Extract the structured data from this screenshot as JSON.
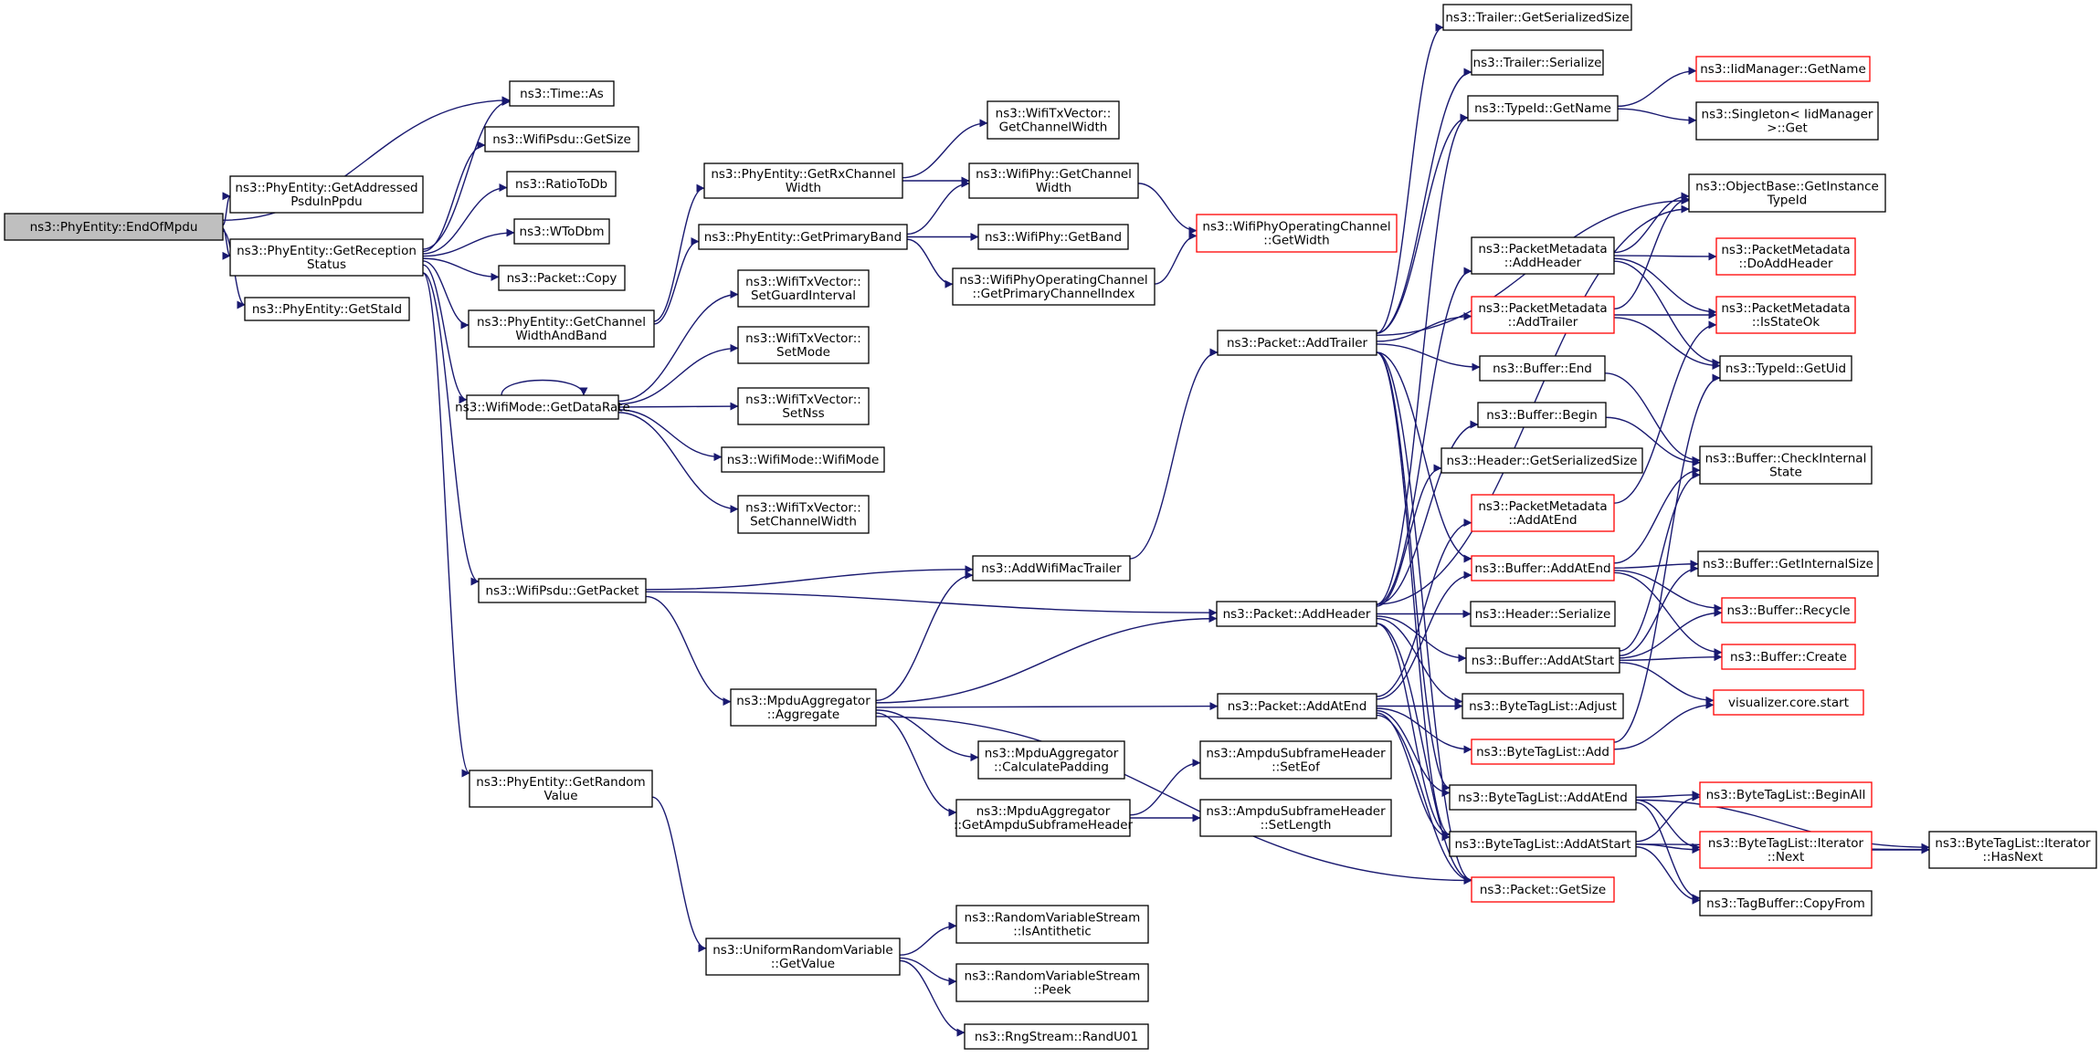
{
  "colors": {
    "edge": "#191970",
    "box_border": "#000000",
    "box_border_incomplete": "#ff0000",
    "root_fill": "#bfbfbf",
    "node_fill": "#ffffff",
    "text": "#000000",
    "background": "#ffffff"
  },
  "nodes": [
    {
      "id": "root",
      "lines": [
        "ns3::PhyEntity::EndOfMpdu"
      ],
      "root": true
    },
    {
      "id": "time_as",
      "lines": [
        "ns3::Time::As"
      ]
    },
    {
      "id": "getaddressed",
      "lines": [
        "ns3::PhyEntity::GetAddressed",
        "PsduInPpdu"
      ]
    },
    {
      "id": "getreception",
      "lines": [
        "ns3::PhyEntity::GetReception",
        "Status"
      ]
    },
    {
      "id": "getstaid",
      "lines": [
        "ns3::PhyEntity::GetStaId"
      ]
    },
    {
      "id": "psdu_getsize",
      "lines": [
        "ns3::WifiPsdu::GetSize"
      ]
    },
    {
      "id": "ratiotodb",
      "lines": [
        "ns3::RatioToDb"
      ]
    },
    {
      "id": "wtodbm",
      "lines": [
        "ns3::WToDbm"
      ]
    },
    {
      "id": "packet_copy",
      "lines": [
        "ns3::Packet::Copy"
      ]
    },
    {
      "id": "getchannelwidthandband",
      "lines": [
        "ns3::PhyEntity::GetChannel",
        "WidthAndBand"
      ]
    },
    {
      "id": "getdatarate",
      "lines": [
        "ns3::WifiMode::GetDataRate"
      ]
    },
    {
      "id": "psdu_getpacket",
      "lines": [
        "ns3::WifiPsdu::GetPacket"
      ]
    },
    {
      "id": "getrandomvalue",
      "lines": [
        "ns3::PhyEntity::GetRandom",
        "Value"
      ]
    },
    {
      "id": "getrxchannelwidth",
      "lines": [
        "ns3::PhyEntity::GetRxChannel",
        "Width"
      ]
    },
    {
      "id": "getprimaryband",
      "lines": [
        "ns3::PhyEntity::GetPrimaryBand"
      ]
    },
    {
      "id": "txv_getchannelwidth",
      "lines": [
        "ns3::WifiTxVector::",
        "GetChannelWidth"
      ]
    },
    {
      "id": "phy_getchannelwidth",
      "lines": [
        "ns3::WifiPhy::GetChannel",
        "Width"
      ]
    },
    {
      "id": "phy_getband",
      "lines": [
        "ns3::WifiPhy::GetBand"
      ]
    },
    {
      "id": "getprimarychannelindex",
      "lines": [
        "ns3::WifiPhyOperatingChannel",
        "::GetPrimaryChannelIndex"
      ]
    },
    {
      "id": "opchannel_getwidth",
      "lines": [
        "ns3::WifiPhyOperatingChannel",
        "::GetWidth"
      ],
      "incomplete": true
    },
    {
      "id": "setguardinterval",
      "lines": [
        "ns3::WifiTxVector::",
        "SetGuardInterval"
      ]
    },
    {
      "id": "setmode",
      "lines": [
        "ns3::WifiTxVector::",
        "SetMode"
      ]
    },
    {
      "id": "setnss",
      "lines": [
        "ns3::WifiTxVector::",
        "SetNss"
      ]
    },
    {
      "id": "wifimode_ctor",
      "lines": [
        "ns3::WifiMode::WifiMode"
      ]
    },
    {
      "id": "setchannelwidth",
      "lines": [
        "ns3::WifiTxVector::",
        "SetChannelWidth"
      ]
    },
    {
      "id": "addwifimactrailer",
      "lines": [
        "ns3::AddWifiMacTrailer"
      ]
    },
    {
      "id": "mpdu_aggregate",
      "lines": [
        "ns3::MpduAggregator",
        "::Aggregate"
      ]
    },
    {
      "id": "calculatepadding",
      "lines": [
        "ns3::MpduAggregator",
        "::CalculatePadding"
      ]
    },
    {
      "id": "getampdusubframeheader",
      "lines": [
        "ns3::MpduAggregator",
        "::GetAmpduSubframeHeader"
      ]
    },
    {
      "id": "seteof",
      "lines": [
        "ns3::AmpduSubframeHeader",
        "::SetEof"
      ]
    },
    {
      "id": "setlength",
      "lines": [
        "ns3::AmpduSubframeHeader",
        "::SetLength"
      ]
    },
    {
      "id": "uniform_getvalue",
      "lines": [
        "ns3::UniformRandomVariable",
        "::GetValue"
      ]
    },
    {
      "id": "isantithetic",
      "lines": [
        "ns3::RandomVariableStream",
        "::IsAntithetic"
      ]
    },
    {
      "id": "peek",
      "lines": [
        "ns3::RandomVariableStream",
        "::Peek"
      ]
    },
    {
      "id": "randu01",
      "lines": [
        "ns3::RngStream::RandU01"
      ]
    },
    {
      "id": "packet_addtrailer",
      "lines": [
        "ns3::Packet::AddTrailer"
      ]
    },
    {
      "id": "packet_addheader",
      "lines": [
        "ns3::Packet::AddHeader"
      ]
    },
    {
      "id": "packet_addatend",
      "lines": [
        "ns3::Packet::AddAtEnd"
      ]
    },
    {
      "id": "trailer_getserializedsize",
      "lines": [
        "ns3::Trailer::GetSerializedSize"
      ]
    },
    {
      "id": "trailer_serialize",
      "lines": [
        "ns3::Trailer::Serialize"
      ]
    },
    {
      "id": "typeid_getname",
      "lines": [
        "ns3::TypeId::GetName"
      ]
    },
    {
      "id": "pm_addheader",
      "lines": [
        "ns3::PacketMetadata",
        "::AddHeader"
      ]
    },
    {
      "id": "pm_addtrailer",
      "lines": [
        "ns3::PacketMetadata",
        "::AddTrailer"
      ],
      "incomplete": true
    },
    {
      "id": "buffer_end",
      "lines": [
        "ns3::Buffer::End"
      ]
    },
    {
      "id": "buffer_begin",
      "lines": [
        "ns3::Buffer::Begin"
      ]
    },
    {
      "id": "header_getserializedsize",
      "lines": [
        "ns3::Header::GetSerializedSize"
      ]
    },
    {
      "id": "pm_addatend",
      "lines": [
        "ns3::PacketMetadata",
        "::AddAtEnd"
      ],
      "incomplete": true
    },
    {
      "id": "buffer_addatend",
      "lines": [
        "ns3::Buffer::AddAtEnd"
      ],
      "incomplete": true
    },
    {
      "id": "header_serialize",
      "lines": [
        "ns3::Header::Serialize"
      ]
    },
    {
      "id": "buffer_addatstart",
      "lines": [
        "ns3::Buffer::AddAtStart"
      ]
    },
    {
      "id": "btl_adjust",
      "lines": [
        "ns3::ByteTagList::Adjust"
      ]
    },
    {
      "id": "btl_add",
      "lines": [
        "ns3::ByteTagList::Add"
      ],
      "incomplete": true
    },
    {
      "id": "btl_addatend",
      "lines": [
        "ns3::ByteTagList::AddAtEnd"
      ]
    },
    {
      "id": "btl_addatstart",
      "lines": [
        "ns3::ByteTagList::AddAtStart"
      ]
    },
    {
      "id": "packet_getsize",
      "lines": [
        "ns3::Packet::GetSize"
      ],
      "incomplete": true
    },
    {
      "id": "iidmanager_getname",
      "lines": [
        "ns3::IidManager::GetName"
      ],
      "incomplete": true
    },
    {
      "id": "singleton_get",
      "lines": [
        "ns3::Singleton< IidManager",
        ">::Get"
      ]
    },
    {
      "id": "objectbase_getinstancetypeid",
      "lines": [
        "ns3::ObjectBase::GetInstance",
        "TypeId"
      ]
    },
    {
      "id": "pm_doaddheader",
      "lines": [
        "ns3::PacketMetadata",
        "::DoAddHeader"
      ],
      "incomplete": true
    },
    {
      "id": "pm_isstateok",
      "lines": [
        "ns3::PacketMetadata",
        "::IsStateOk"
      ],
      "incomplete": true
    },
    {
      "id": "typeid_getuid",
      "lines": [
        "ns3::TypeId::GetUid"
      ]
    },
    {
      "id": "buffer_checkinternalstate",
      "lines": [
        "ns3::Buffer::CheckInternal",
        "State"
      ]
    },
    {
      "id": "buffer_getinternalsize",
      "lines": [
        "ns3::Buffer::GetInternalSize"
      ]
    },
    {
      "id": "buffer_recycle",
      "lines": [
        "ns3::Buffer::Recycle"
      ],
      "incomplete": true
    },
    {
      "id": "buffer_create",
      "lines": [
        "ns3::Buffer::Create"
      ],
      "incomplete": true
    },
    {
      "id": "visualizer_start",
      "lines": [
        "visualizer.core.start"
      ],
      "incomplete": true
    },
    {
      "id": "btl_beginall",
      "lines": [
        "ns3::ByteTagList::BeginAll"
      ],
      "incomplete": true
    },
    {
      "id": "btl_iterator_next",
      "lines": [
        "ns3::ByteTagList::Iterator",
        "::Next"
      ],
      "incomplete": true
    },
    {
      "id": "tagbuffer_copyfrom",
      "lines": [
        "ns3::TagBuffer::CopyFrom"
      ]
    },
    {
      "id": "btl_iterator_hasnext",
      "lines": [
        "ns3::ByteTagList::Iterator",
        "::HasNext"
      ]
    }
  ],
  "edges": [
    [
      "root",
      "time_as"
    ],
    [
      "root",
      "getaddressed"
    ],
    [
      "root",
      "getreception"
    ],
    [
      "root",
      "getstaid"
    ],
    [
      "getreception",
      "time_as"
    ],
    [
      "getreception",
      "psdu_getsize"
    ],
    [
      "getreception",
      "ratiotodb"
    ],
    [
      "getreception",
      "wtodbm"
    ],
    [
      "getreception",
      "packet_copy"
    ],
    [
      "getreception",
      "getchannelwidthandband"
    ],
    [
      "getreception",
      "getdatarate"
    ],
    [
      "getreception",
      "psdu_getpacket"
    ],
    [
      "getreception",
      "getrandomvalue"
    ],
    [
      "getchannelwidthandband",
      "getrxchannelwidth"
    ],
    [
      "getchannelwidthandband",
      "getprimaryband"
    ],
    [
      "getrxchannelwidth",
      "txv_getchannelwidth"
    ],
    [
      "getrxchannelwidth",
      "phy_getchannelwidth"
    ],
    [
      "getprimaryband",
      "phy_getchannelwidth"
    ],
    [
      "getprimaryband",
      "phy_getband"
    ],
    [
      "getprimaryband",
      "getprimarychannelindex"
    ],
    [
      "phy_getchannelwidth",
      "opchannel_getwidth"
    ],
    [
      "getprimarychannelindex",
      "opchannel_getwidth"
    ],
    [
      "getdatarate",
      "getdatarate"
    ],
    [
      "getdatarate",
      "setguardinterval"
    ],
    [
      "getdatarate",
      "setmode"
    ],
    [
      "getdatarate",
      "setnss"
    ],
    [
      "getdatarate",
      "wifimode_ctor"
    ],
    [
      "getdatarate",
      "setchannelwidth"
    ],
    [
      "psdu_getpacket",
      "addwifimactrailer"
    ],
    [
      "psdu_getpacket",
      "packet_addheader"
    ],
    [
      "psdu_getpacket",
      "mpdu_aggregate"
    ],
    [
      "getrandomvalue",
      "uniform_getvalue"
    ],
    [
      "uniform_getvalue",
      "isantithetic"
    ],
    [
      "uniform_getvalue",
      "peek"
    ],
    [
      "uniform_getvalue",
      "randu01"
    ],
    [
      "addwifimactrailer",
      "packet_addtrailer"
    ],
    [
      "mpdu_aggregate",
      "addwifimactrailer"
    ],
    [
      "mpdu_aggregate",
      "packet_addheader"
    ],
    [
      "mpdu_aggregate",
      "packet_addatend"
    ],
    [
      "mpdu_aggregate",
      "calculatepadding"
    ],
    [
      "mpdu_aggregate",
      "getampdusubframeheader"
    ],
    [
      "mpdu_aggregate",
      "packet_getsize"
    ],
    [
      "getampdusubframeheader",
      "seteof"
    ],
    [
      "getampdusubframeheader",
      "setlength"
    ],
    [
      "packet_addtrailer",
      "trailer_getserializedsize"
    ],
    [
      "packet_addtrailer",
      "trailer_serialize"
    ],
    [
      "packet_addtrailer",
      "typeid_getname"
    ],
    [
      "packet_addtrailer",
      "objectbase_getinstancetypeid"
    ],
    [
      "packet_addtrailer",
      "pm_addtrailer"
    ],
    [
      "packet_addtrailer",
      "buffer_end"
    ],
    [
      "packet_addtrailer",
      "buffer_addatend"
    ],
    [
      "packet_addtrailer",
      "btl_addatend"
    ],
    [
      "packet_addtrailer",
      "btl_addatstart"
    ],
    [
      "packet_addtrailer",
      "packet_getsize"
    ],
    [
      "packet_addheader",
      "typeid_getname"
    ],
    [
      "packet_addheader",
      "objectbase_getinstancetypeid"
    ],
    [
      "packet_addheader",
      "pm_addheader"
    ],
    [
      "packet_addheader",
      "buffer_begin"
    ],
    [
      "packet_addheader",
      "header_getserializedsize"
    ],
    [
      "packet_addheader",
      "header_serialize"
    ],
    [
      "packet_addheader",
      "buffer_addatstart"
    ],
    [
      "packet_addheader",
      "btl_adjust"
    ],
    [
      "packet_addheader",
      "btl_addatstart"
    ],
    [
      "packet_addheader",
      "packet_getsize"
    ],
    [
      "packet_addatend",
      "pm_addatend"
    ],
    [
      "packet_addatend",
      "buffer_addatend"
    ],
    [
      "packet_addatend",
      "btl_adjust"
    ],
    [
      "packet_addatend",
      "btl_add"
    ],
    [
      "packet_addatend",
      "btl_addatend"
    ],
    [
      "packet_addatend",
      "btl_addatstart"
    ],
    [
      "packet_addatend",
      "packet_getsize"
    ],
    [
      "typeid_getname",
      "iidmanager_getname"
    ],
    [
      "typeid_getname",
      "singleton_get"
    ],
    [
      "pm_addheader",
      "objectbase_getinstancetypeid"
    ],
    [
      "pm_addheader",
      "pm_doaddheader"
    ],
    [
      "pm_addheader",
      "pm_isstateok"
    ],
    [
      "pm_addheader",
      "typeid_getuid"
    ],
    [
      "pm_addtrailer",
      "objectbase_getinstancetypeid"
    ],
    [
      "pm_addtrailer",
      "pm_isstateok"
    ],
    [
      "pm_addtrailer",
      "typeid_getuid"
    ],
    [
      "buffer_end",
      "buffer_checkinternalstate"
    ],
    [
      "buffer_begin",
      "buffer_checkinternalstate"
    ],
    [
      "pm_addatend",
      "pm_isstateok"
    ],
    [
      "buffer_addatend",
      "buffer_checkinternalstate"
    ],
    [
      "buffer_addatend",
      "buffer_getinternalsize"
    ],
    [
      "buffer_addatend",
      "buffer_recycle"
    ],
    [
      "buffer_addatend",
      "buffer_create"
    ],
    [
      "buffer_addatstart",
      "buffer_checkinternalstate"
    ],
    [
      "buffer_addatstart",
      "buffer_getinternalsize"
    ],
    [
      "buffer_addatstart",
      "buffer_recycle"
    ],
    [
      "buffer_addatstart",
      "buffer_create"
    ],
    [
      "buffer_addatstart",
      "visualizer_start"
    ],
    [
      "btl_add",
      "visualizer_start"
    ],
    [
      "btl_add",
      "typeid_getuid"
    ],
    [
      "btl_addatend",
      "btl_beginall"
    ],
    [
      "btl_addatend",
      "btl_iterator_next"
    ],
    [
      "btl_addatend",
      "btl_iterator_hasnext"
    ],
    [
      "btl_addatend",
      "tagbuffer_copyfrom"
    ],
    [
      "btl_addatstart",
      "btl_beginall"
    ],
    [
      "btl_addatstart",
      "btl_iterator_next"
    ],
    [
      "btl_addatstart",
      "btl_iterator_hasnext"
    ],
    [
      "btl_addatstart",
      "tagbuffer_copyfrom"
    ],
    [
      "btl_iterator_next",
      "btl_iterator_hasnext"
    ]
  ]
}
